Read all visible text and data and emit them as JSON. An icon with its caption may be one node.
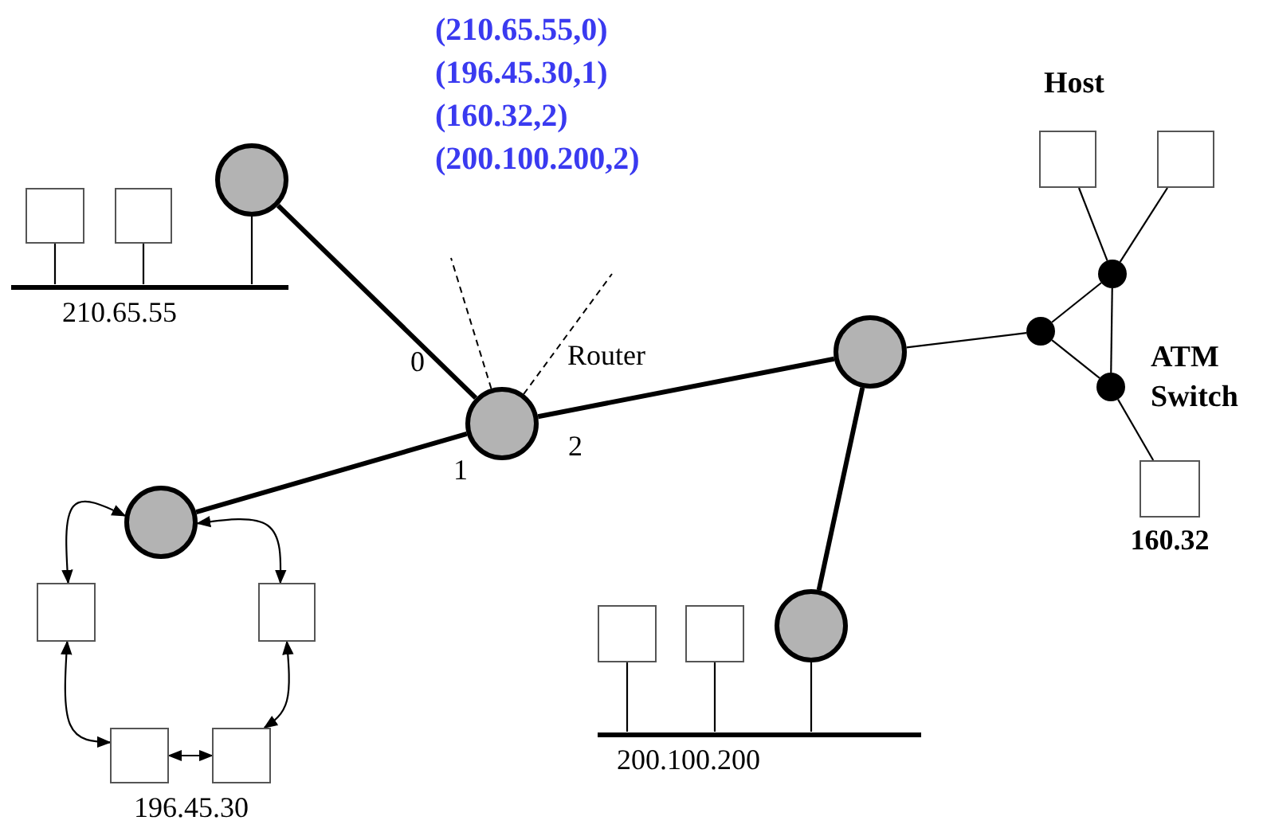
{
  "diagram": {
    "nodes": [
      {
        "text": [],
        "shape": "circle"
      },
      {
        "text": [],
        "shape": "box"
      },
      {
        "text": [],
        "shape": "box"
      },
      {
        "text": [],
        "shape": "bar",
        "beside": [
          "210.65.55"
        ]
      },
      {
        "text": [],
        "shape": "circle"
      },
      {
        "text": [],
        "shape": "circle"
      },
      {
        "text": [],
        "shape": "box"
      },
      {
        "text": [],
        "shape": "box"
      },
      {
        "text": [],
        "shape": "box"
      },
      {
        "text": [],
        "shape": "box"
      },
      {
        "text": [],
        "shape": "circle"
      },
      {
        "text": [],
        "shape": "circle"
      },
      {
        "text": [],
        "shape": "box"
      },
      {
        "text": [],
        "shape": "box"
      },
      {
        "text": [],
        "shape": "bar",
        "beside": [
          "200.100.200"
        ]
      },
      {
        "text": [],
        "shape": "circle"
      },
      {
        "text": [],
        "shape": "circle"
      },
      {
        "text": [],
        "shape": "circle"
      },
      {
        "text": [],
        "shape": "box"
      },
      {
        "text": [],
        "shape": "box"
      },
      {
        "text": [],
        "shape": "box",
        "beside": [
          "160.32"
        ]
      }
    ],
    "edges": [
      {
        "from": 1,
        "to": 3,
        "arrow": "none"
      },
      {
        "from": 2,
        "to": 3,
        "arrow": "none"
      },
      {
        "from": 0,
        "to": 3,
        "arrow": "none"
      },
      {
        "from": 0,
        "to": 4,
        "arrow": "none",
        "style": "thick"
      },
      {
        "from": 4,
        "to": 5,
        "arrow": "none",
        "style": "thick"
      },
      {
        "from": 4,
        "to": 10,
        "arrow": "none",
        "style": "thick"
      },
      {
        "from": 10,
        "to": 11,
        "arrow": "none",
        "style": "thick"
      },
      {
        "from": 12,
        "to": 14,
        "arrow": "none"
      },
      {
        "from": 13,
        "to": 14,
        "arrow": "none"
      },
      {
        "from": 11,
        "to": 14,
        "arrow": "none"
      },
      {
        "from": 10,
        "to": 15,
        "arrow": "none"
      },
      {
        "from": 15,
        "to": 16,
        "arrow": "none"
      },
      {
        "from": 15,
        "to": 17,
        "arrow": "none"
      },
      {
        "from": 16,
        "to": 17,
        "arrow": "none"
      },
      {
        "from": 18,
        "to": 16,
        "arrow": "none"
      },
      {
        "from": 19,
        "to": 16,
        "arrow": "none"
      },
      {
        "from": 17,
        "to": 20,
        "arrow": "none"
      },
      {
        "from": 5,
        "to": 6,
        "arrow": "both"
      },
      {
        "from": 5,
        "to": 7,
        "arrow": "both"
      },
      {
        "from": 6,
        "to": 8,
        "arrow": "both"
      },
      {
        "from": 8,
        "to": 9,
        "arrow": "both"
      },
      {
        "from": 9,
        "to": 7,
        "arrow": "both"
      },
      {
        "from": 4,
        "to": null,
        "arrow": "none",
        "style": "dashed"
      },
      {
        "from": 4,
        "to": null,
        "arrow": "none",
        "style": "dashed"
      }
    ],
    "labels": [
      "(210.65.55,0)",
      "(196.45.30,1)",
      "(160.32,2)",
      "(200.100.200,2)",
      "Host",
      "0",
      "Router",
      "ATM Switch",
      "1",
      "2",
      "196.45.30"
    ]
  }
}
